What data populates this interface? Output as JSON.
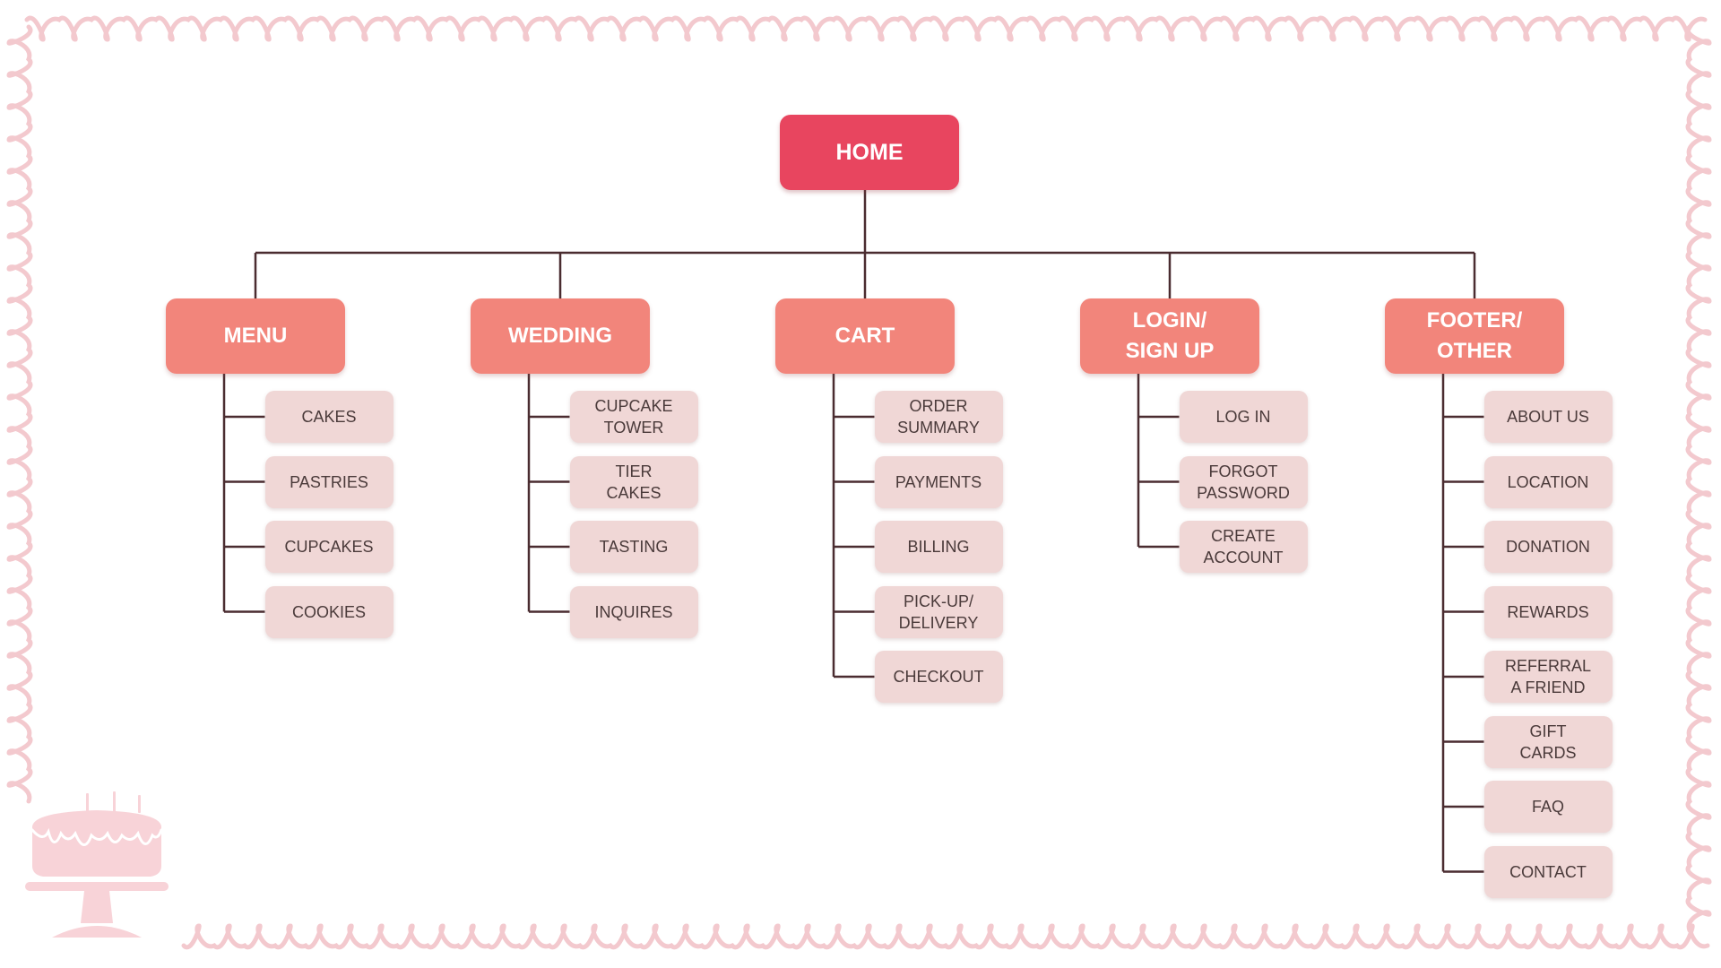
{
  "colors": {
    "root": "#E8455F",
    "category": "#F2857B",
    "leaf": "#F0D7D6",
    "connector": "#4a2c30",
    "border": "#F3C9CE"
  },
  "tree": {
    "root": "HOME",
    "categories": [
      {
        "label": "MENU",
        "items": [
          "CAKES",
          "PASTRIES",
          "CUPCAKES",
          "COOKIES"
        ]
      },
      {
        "label": "WEDDING",
        "items": [
          "CUPCAKE\nTOWER",
          "TIER\nCAKES",
          "TASTING",
          "INQUIRES"
        ]
      },
      {
        "label": "CART",
        "items": [
          "ORDER\nSUMMARY",
          "PAYMENTS",
          "BILLING",
          "PICK-UP/\nDELIVERY",
          "CHECKOUT"
        ]
      },
      {
        "label": "LOGIN/\nSIGN UP",
        "items": [
          "LOG IN",
          "FORGOT\nPASSWORD",
          "CREATE\nACCOUNT"
        ]
      },
      {
        "label": "FOOTER/\nOTHER",
        "items": [
          "ABOUT US",
          "LOCATION",
          "DONATION",
          "REWARDS",
          "REFERRAL\nA FRIEND",
          "GIFT\nCARDS",
          "FAQ",
          "CONTACT"
        ]
      }
    ]
  },
  "decor": {
    "frame": "curly-border",
    "corner_icon": "cake-stand-icon"
  }
}
